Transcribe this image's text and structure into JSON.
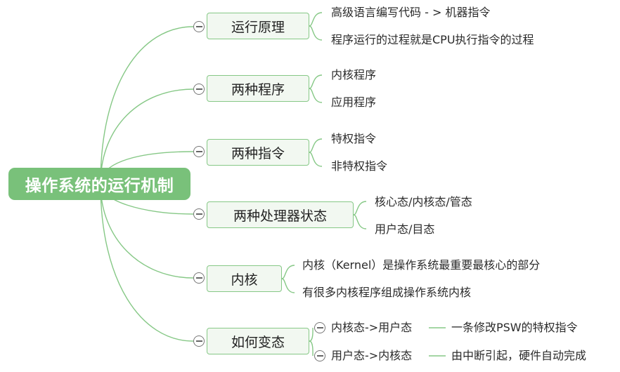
{
  "root": {
    "label": "操作系统的运行机制"
  },
  "branches": [
    {
      "label": "运行原理",
      "children": [
        {
          "label": "高级语言编写代码 - > 机器指令"
        },
        {
          "label": "程序运行的过程就是CPU执行指令的过程"
        }
      ]
    },
    {
      "label": "两种程序",
      "children": [
        {
          "label": "内核程序"
        },
        {
          "label": "应用程序"
        }
      ]
    },
    {
      "label": "两种指令",
      "children": [
        {
          "label": "特权指令"
        },
        {
          "label": "非特权指令"
        }
      ]
    },
    {
      "label": "两种处理器状态",
      "children": [
        {
          "label": "核心态/内核态/管态"
        },
        {
          "label": "用户态/目态"
        }
      ]
    },
    {
      "label": "内核",
      "children": [
        {
          "label": "内核（Kernel）是操作系统最重要最核心的部分"
        },
        {
          "label": "有很多内核程序组成操作系统内核"
        }
      ]
    },
    {
      "label": "如何变态",
      "children": [
        {
          "label": "内核态->用户态",
          "detail": "一条修改PSW的特权指令"
        },
        {
          "label": "用户态->内核态",
          "detail": "由中断引起，硬件自动完成"
        }
      ]
    }
  ],
  "colors": {
    "line": "#86c886",
    "root": "#79c17a",
    "branch_fill": "#f2f8f1"
  }
}
